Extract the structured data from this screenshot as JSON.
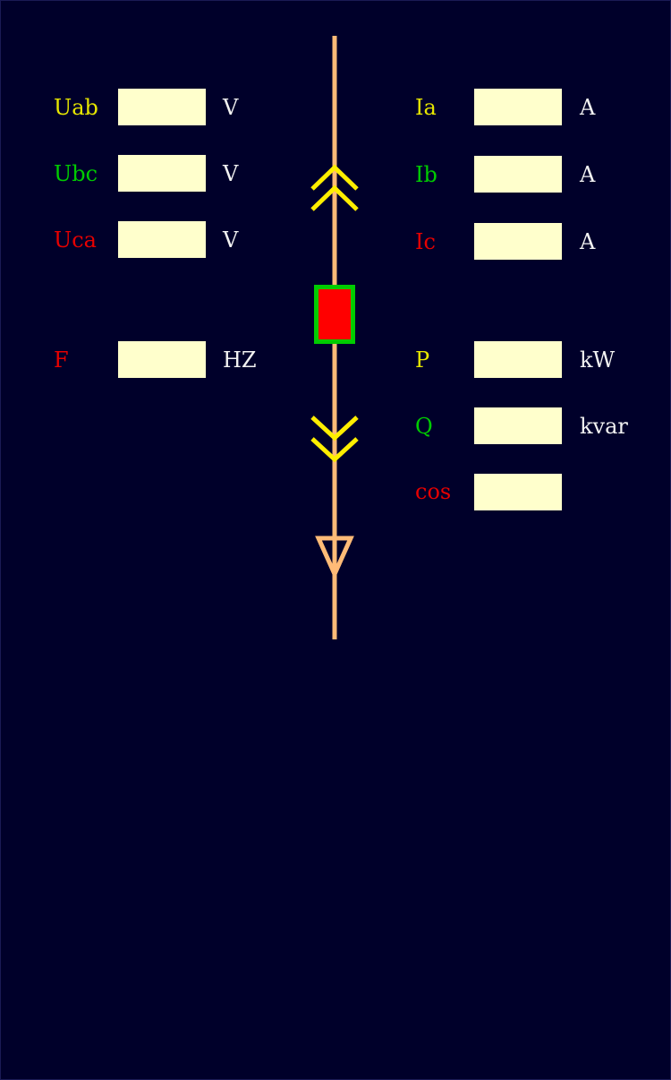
{
  "left_rows": [
    {
      "label": "Uab",
      "unit": "V",
      "value": "",
      "color": "#e6e600"
    },
    {
      "label": "Ubc",
      "unit": "V",
      "value": "",
      "color": "#00cc00"
    },
    {
      "label": "Uca",
      "unit": "V",
      "value": "",
      "color": "#e60000"
    },
    {
      "label": "F",
      "unit": "HZ",
      "value": "",
      "color": "#e60000"
    }
  ],
  "right_rows": [
    {
      "label": "Ia",
      "unit": "A",
      "value": "",
      "color": "#e6e600"
    },
    {
      "label": "Ib",
      "unit": "A",
      "value": "",
      "color": "#00cc00"
    },
    {
      "label": "Ic",
      "unit": "A",
      "value": "",
      "color": "#e60000"
    },
    {
      "label": "P",
      "unit": "kW",
      "value": "",
      "color": "#e6e600"
    },
    {
      "label": "Q",
      "unit": "kvar",
      "value": "",
      "color": "#00cc00"
    },
    {
      "label": "cos",
      "unit": "",
      "value": "",
      "color": "#e60000"
    }
  ],
  "diagram": {
    "line_color": "#ffbb77",
    "arrow_color": "#ffee00",
    "breaker_fill": "#ff0000",
    "breaker_border": "#00cc00"
  }
}
